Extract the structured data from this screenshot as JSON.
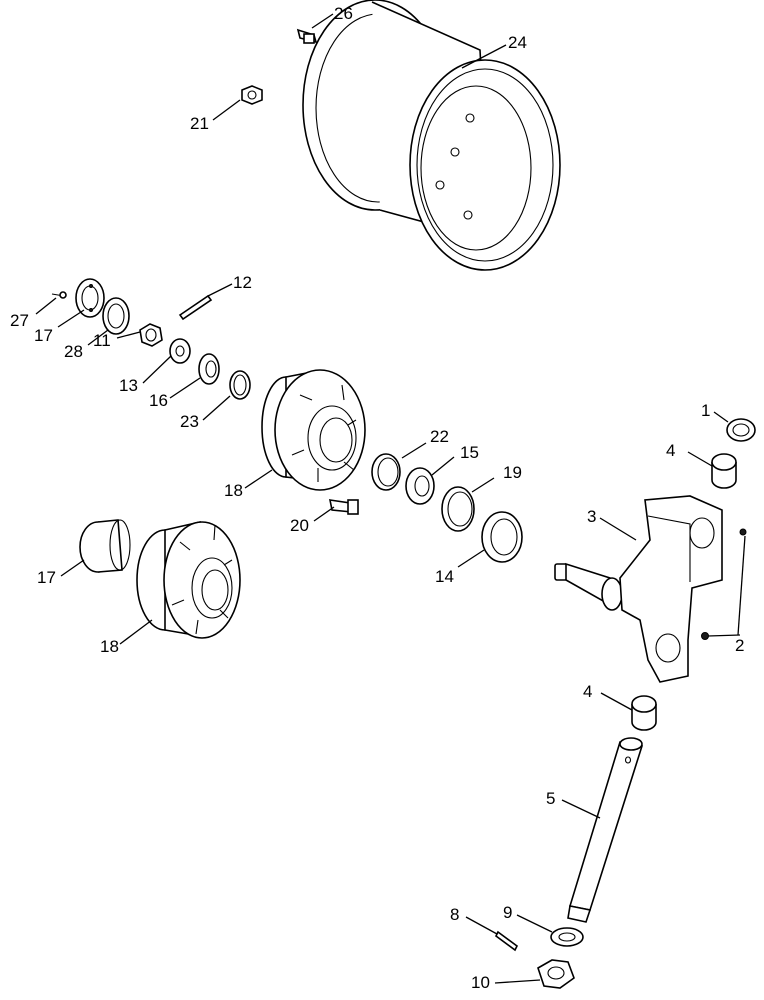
{
  "callouts": {
    "c1": "1",
    "c2": "2",
    "c3": "3",
    "c4a": "4",
    "c4b": "4",
    "c5": "5",
    "c8": "8",
    "c9": "9",
    "c10": "10",
    "c11": "11",
    "c12": "12",
    "c13": "13",
    "c14": "14",
    "c15": "15",
    "c16": "16",
    "c17a": "17",
    "c17b": "17",
    "c18a": "18",
    "c18b": "18",
    "c19": "19",
    "c20": "20",
    "c21": "21",
    "c22": "22",
    "c23": "23",
    "c24": "24",
    "c26": "26",
    "c27": "27",
    "c28": "28"
  }
}
